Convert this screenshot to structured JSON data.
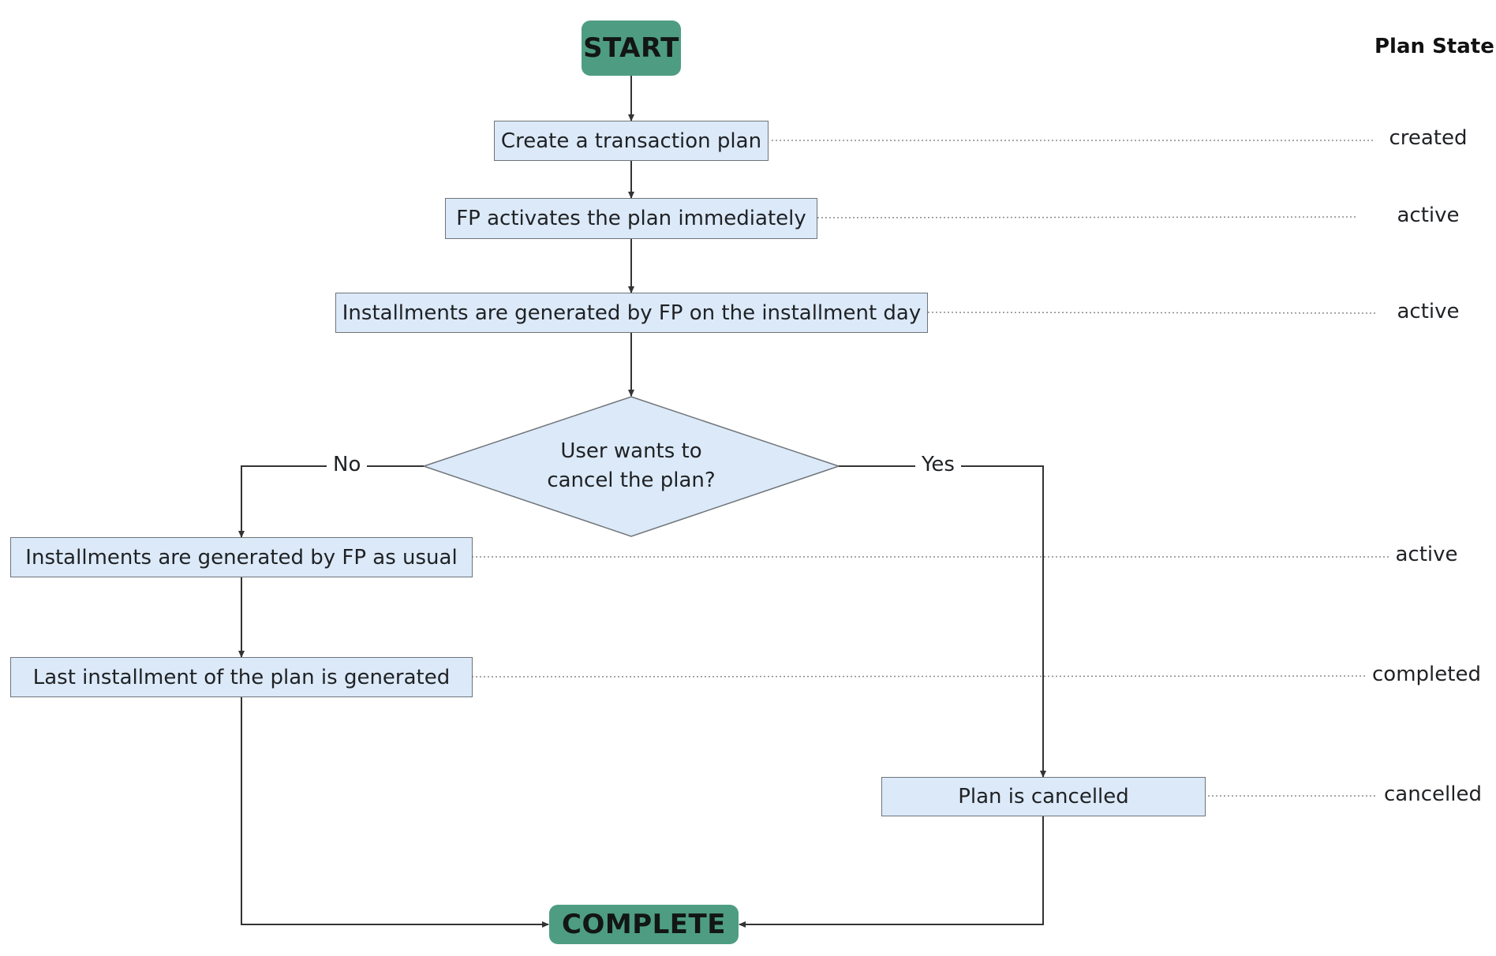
{
  "diagram": {
    "start_label": "START",
    "end_label": "COMPLETE",
    "column_header": "Plan State",
    "steps": {
      "create": "Create a transaction plan",
      "activate": "FP activates the plan immediately",
      "installments_day": "Installments are generated by FP on the installment day",
      "as_usual": "Installments are generated by FP as usual",
      "last_installment": "Last installment of the plan is generated",
      "cancelled": "Plan is cancelled"
    },
    "decision": {
      "line1": "User wants to",
      "line2": "cancel the plan?",
      "no_label": "No",
      "yes_label": "Yes"
    },
    "states": {
      "create": "created",
      "activate": "active",
      "installments_day": "active",
      "as_usual": "active",
      "last_installment": "completed",
      "cancelled": "cancelled"
    },
    "colors": {
      "terminal": "#4e9d83",
      "process_fill": "#dbe9f8",
      "decision_fill": "#dbe9f8",
      "line": "#333333",
      "guide": "#8a8a8a"
    }
  }
}
